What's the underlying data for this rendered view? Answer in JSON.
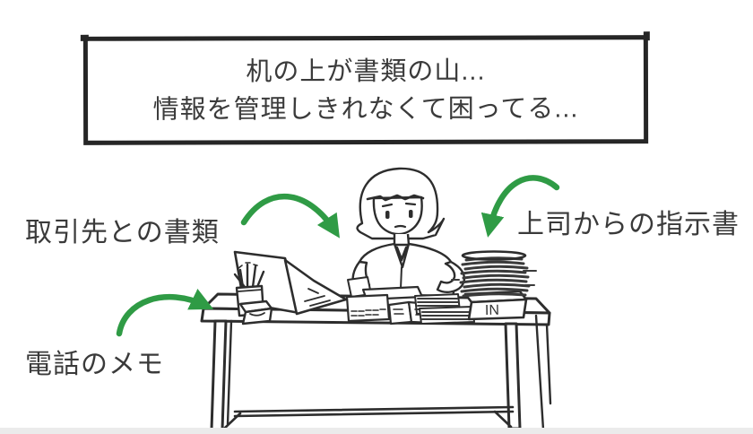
{
  "title_box": {
    "line1": "机の上が書類の山...",
    "line2": "情報を管理しきれなくて困ってる..."
  },
  "annotations": {
    "client_documents": {
      "label": "取引先との書類"
    },
    "boss_instructions": {
      "label": "上司からの指示書"
    },
    "phone_memo": {
      "label": "電話のメモ"
    }
  },
  "illustration": {
    "inbox_tray_label": "IN",
    "elements": [
      "worried-office-woman",
      "desk",
      "laptop",
      "pen-cup",
      "document-piles",
      "inbox-tray",
      "tall-paper-stack"
    ]
  },
  "colors": {
    "arrow_green": "#2f9b45",
    "ink": "#2d2d2d",
    "text": "#3b3b3b",
    "background": "#ffffff",
    "bottom_strip": "#ebebeb"
  }
}
